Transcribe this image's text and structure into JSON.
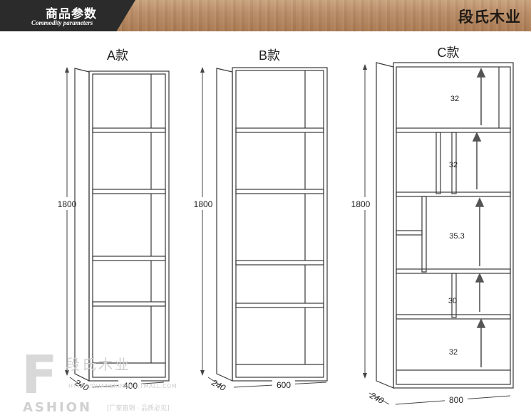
{
  "header": {
    "tag_title": "商品参数",
    "tag_subtitle": "Commodity parameters",
    "brand": "段氏木业"
  },
  "models": [
    {
      "name": "A款",
      "height": "1800",
      "depth": "240",
      "width": "400"
    },
    {
      "name": "B款",
      "height": "1800",
      "depth": "240",
      "width": "600"
    },
    {
      "name": "C款",
      "height": "1800",
      "depth": "240",
      "width": "800",
      "shelf_heights": [
        "32",
        "32",
        "35.3",
        "30",
        "32"
      ]
    }
  ],
  "watermark": {
    "letter": "F",
    "brand_cn": "段氏木业",
    "url": "HTTP://DUANSHIMUYE.TMALL.COM",
    "word": "ASHION",
    "slogan": "[厂家直销 · 品质必见]"
  },
  "colors": {
    "line": "#3a3a3a",
    "arrow": "#555555",
    "header_tag": "#2b2b2b"
  }
}
